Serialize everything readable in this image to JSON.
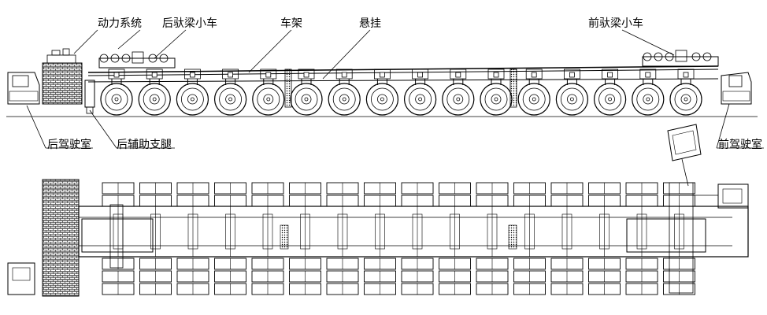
{
  "labels": {
    "power_system": "动力系统",
    "rear_carrier_trolley": "后驮梁小车",
    "frame": "车架",
    "suspension": "悬挂",
    "front_carrier_trolley": "前驮梁小车",
    "rear_cab": "后驾驶室",
    "rear_support_leg": "后辅助支腿",
    "front_cab": "前驾驶室"
  },
  "colors": {
    "line": "#000000",
    "background": "#ffffff"
  }
}
